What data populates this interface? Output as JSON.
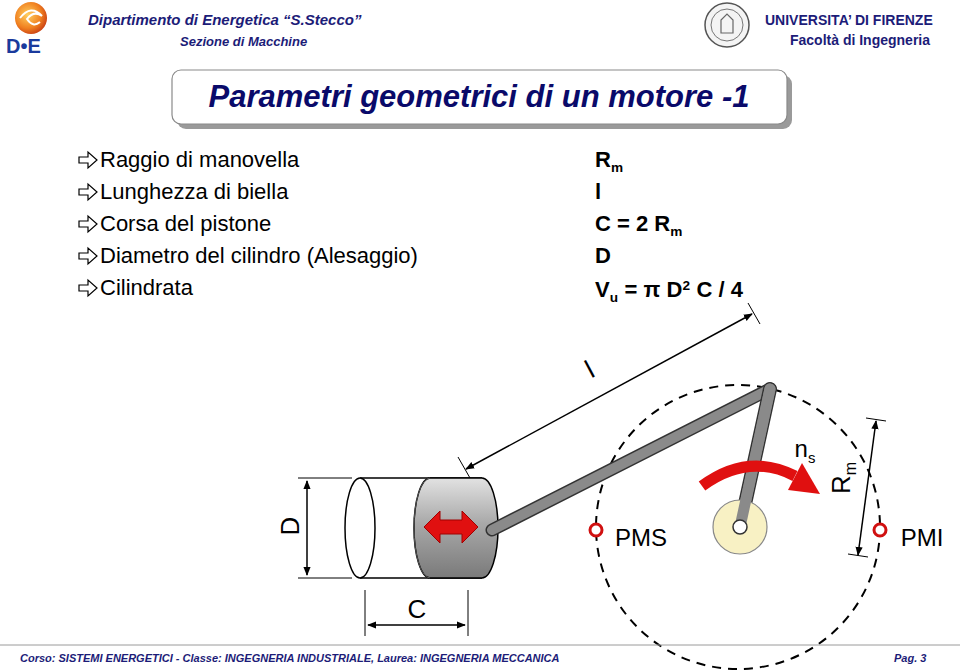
{
  "diagram": {
    "title": "Parametri geometrici di un motore -1",
    "labels": [
      "Dipartimento di Energetica “S.Stecco”",
      "Sezione di Macchine",
      "D•E",
      "UNIVERSITA’ DI FIRENZE",
      "Facoltà di Ingegneria",
      "Raggio di manovella",
      "Lunghezza di biella",
      "Corsa del pistone",
      "Diametro del cilindro (Alesaggio)",
      "Cilindrata",
      "R",
      "m",
      "l",
      "C = 2 R",
      "m",
      "D",
      "V",
      "u",
      "= π D",
      "2",
      "C / 4",
      "l",
      "n",
      "s",
      "R",
      "m",
      "D",
      "PMS",
      "PMI",
      "C",
      "Corso: SISTEMI ENERGETICI - Classe: INGEGNERIA INDUSTRIALE, Laurea: INGEGNERIA MECCANICA",
      "Pag. 3"
    ]
  }
}
